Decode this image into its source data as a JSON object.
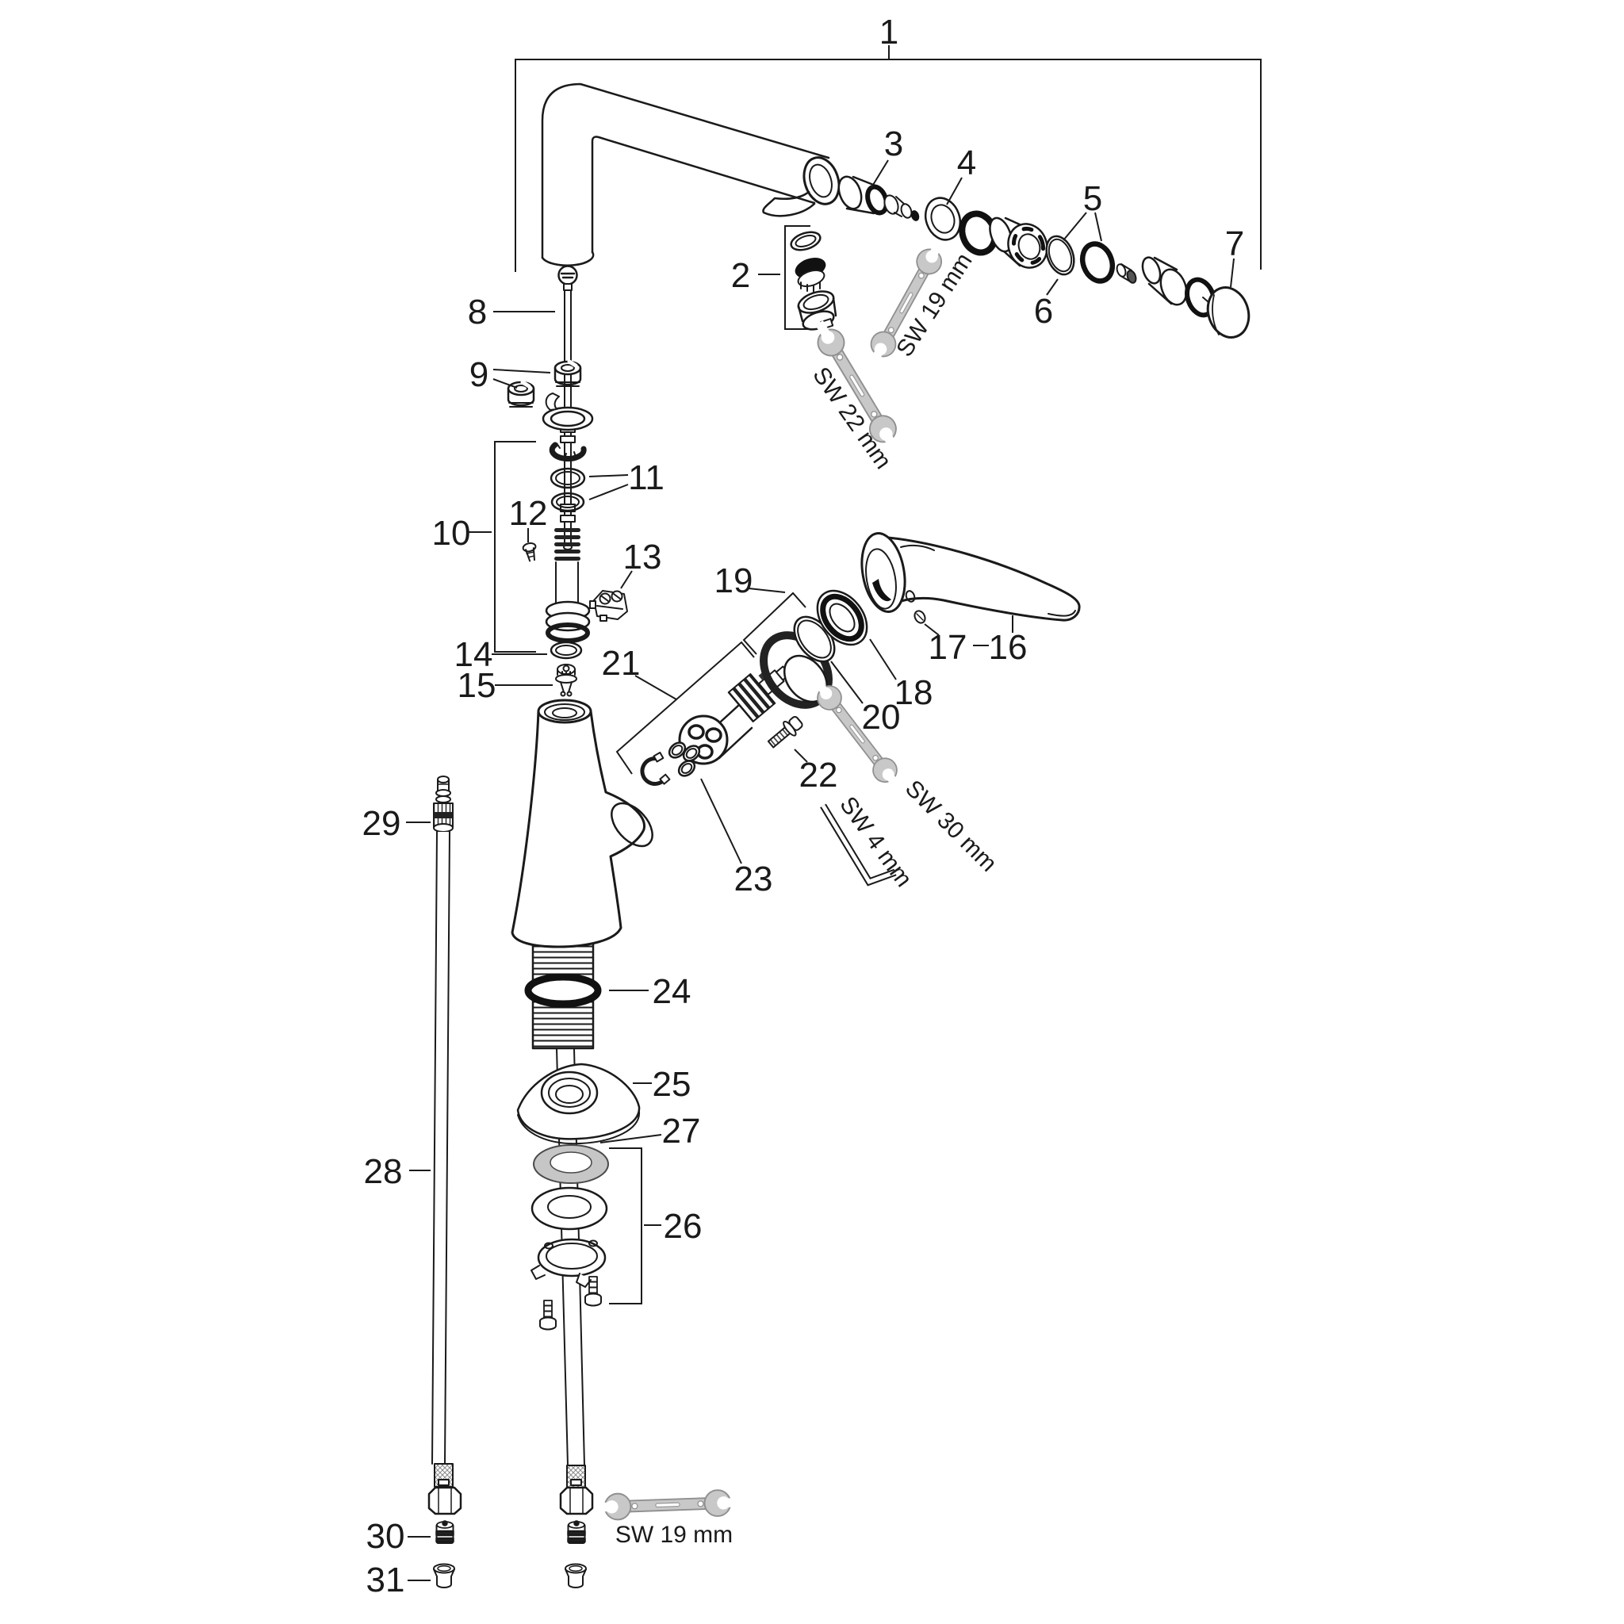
{
  "diagram": {
    "kind": "exploded-parts-diagram",
    "subject": "single-lever kitchen faucet"
  },
  "parts": [
    {
      "label": "1"
    },
    {
      "label": "2"
    },
    {
      "label": "3"
    },
    {
      "label": "4"
    },
    {
      "label": "5"
    },
    {
      "label": "6"
    },
    {
      "label": "7"
    },
    {
      "label": "8"
    },
    {
      "label": "9"
    },
    {
      "label": "10"
    },
    {
      "label": "11"
    },
    {
      "label": "12"
    },
    {
      "label": "13"
    },
    {
      "label": "14"
    },
    {
      "label": "15"
    },
    {
      "label": "16"
    },
    {
      "label": "17"
    },
    {
      "label": "18"
    },
    {
      "label": "19"
    },
    {
      "label": "20"
    },
    {
      "label": "21"
    },
    {
      "label": "22"
    },
    {
      "label": "23"
    },
    {
      "label": "24"
    },
    {
      "label": "25"
    },
    {
      "label": "26"
    },
    {
      "label": "27"
    },
    {
      "label": "28"
    },
    {
      "label": "29"
    },
    {
      "label": "30"
    },
    {
      "label": "31"
    }
  ],
  "tools": {
    "wrench_19_top": "SW 19 mm",
    "wrench_22": "SW 22 mm",
    "wrench_30": "SW 30 mm",
    "allen_4": "SW 4 mm",
    "wrench_19_bottom": "SW 19 mm"
  },
  "colors": {
    "line": "#1a1a1a",
    "tool_fill": "#c8c8c8",
    "washer_fill": "#c6c6c6",
    "background": "#ffffff"
  }
}
